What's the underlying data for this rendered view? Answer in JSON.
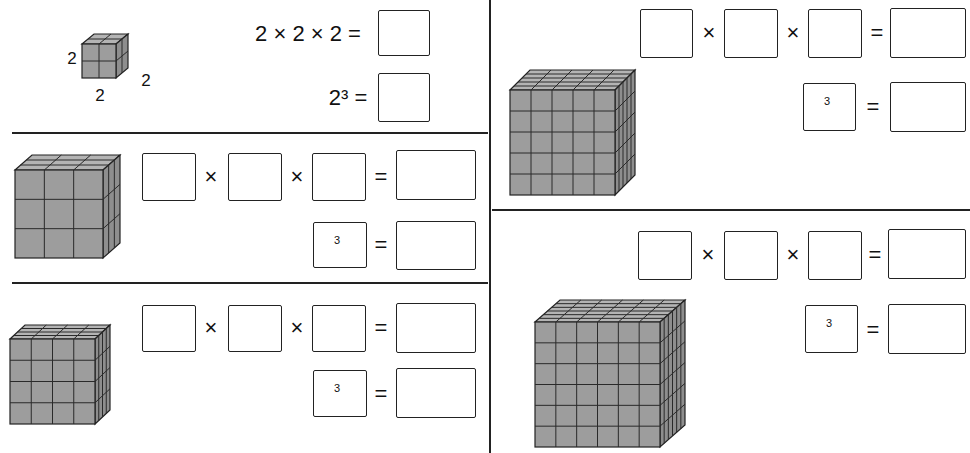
{
  "diagram": {
    "nodes": [
      {
        "text": [
          "3"
        ]
      },
      {
        "text": [
          "3"
        ]
      },
      {
        "text": [
          "3"
        ]
      },
      {
        "text": [
          "3"
        ]
      }
    ],
    "labels": [
      "2",
      "2",
      "2",
      "2 × 2 × 2 =",
      "2³ =",
      "×",
      "×",
      "=",
      "=",
      "×",
      "×",
      "=",
      "=",
      "×",
      "×",
      "=",
      "=",
      "×",
      "×",
      "=",
      "="
    ]
  }
}
